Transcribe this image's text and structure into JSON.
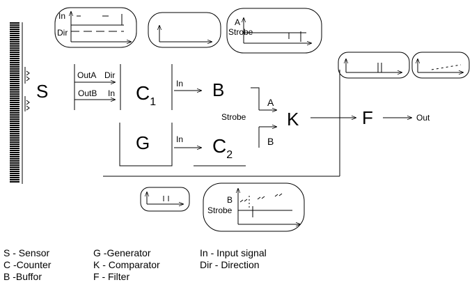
{
  "blocks": {
    "sensor": "S",
    "counter1": {
      "letter": "C",
      "sub": "1"
    },
    "generator": "G",
    "buffer": "B",
    "counter2": {
      "letter": "C",
      "sub": "2"
    },
    "comparator": "K",
    "filter": "F"
  },
  "signals": {
    "out_a": "OutA",
    "out_b": "OutB",
    "dir": "Dir",
    "in": "In",
    "strobe": "Strobe",
    "a": "A",
    "b": "B",
    "out": "Out"
  },
  "insets": {
    "in_label": "In",
    "dir_label": "Dir",
    "a_label": "A",
    "b_label": "B",
    "strobe_label": "Strobe"
  },
  "legend": [
    {
      "text": "S - Sensor"
    },
    {
      "text": "C -Counter"
    },
    {
      "text": "B -Buffor"
    },
    {
      "text": "G -Generator"
    },
    {
      "text": "K - Comparator"
    },
    {
      "text": "F - Filter"
    },
    {
      "text": "In - Input signal"
    },
    {
      "text": "Dir - Direction"
    }
  ]
}
